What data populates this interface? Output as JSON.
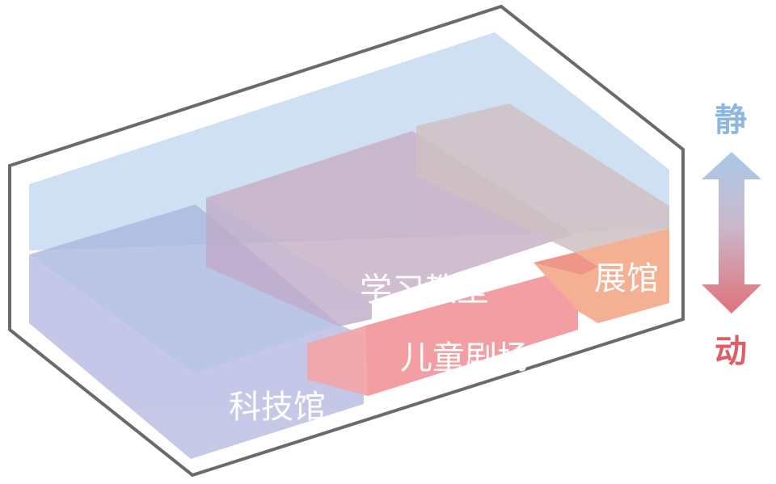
{
  "zones": {
    "science_museum": {
      "label": "科技馆",
      "color": "#b8bde0"
    },
    "study_rooms": {
      "label": "学习教室",
      "color": "#c9b4c8"
    },
    "children_theater": {
      "label": "儿童剧场",
      "color": "#f0a0a2"
    },
    "exhibition_hall": {
      "label": "展馆",
      "color": "#f4b194"
    },
    "top_layer": {
      "color": "#cfe0f2"
    }
  },
  "scale": {
    "quiet_label": "静",
    "active_label": "动",
    "quiet_color": "#8fb6de",
    "active_color": "#e05c66"
  },
  "outline_color": "#6a6a6a"
}
